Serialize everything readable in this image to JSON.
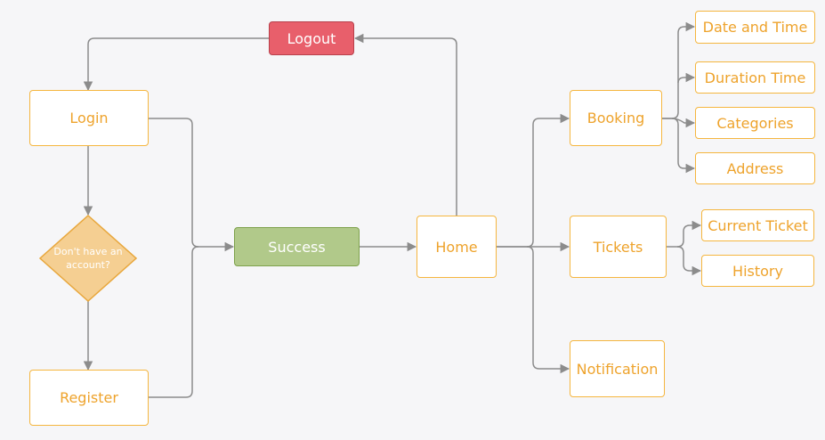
{
  "nodes": {
    "logout": "Logout",
    "login": "Login",
    "decision": "Don't have an account?",
    "register": "Register",
    "success": "Success",
    "home": "Home",
    "booking": "Booking",
    "tickets": "Tickets",
    "notification": "Notification",
    "date_time": "Date and Time",
    "duration_time": "Duration Time",
    "categories": "Categories",
    "address": "Address",
    "current_ticket": "Current Ticket",
    "history": "History"
  },
  "colors": {
    "connector": "#8c8c8c",
    "default_border": "#f5b63f",
    "default_text": "#eea32c",
    "success_fill": "#b1c98a",
    "logout_fill": "#e85f6b",
    "decision_fill": "#f5cf92"
  }
}
